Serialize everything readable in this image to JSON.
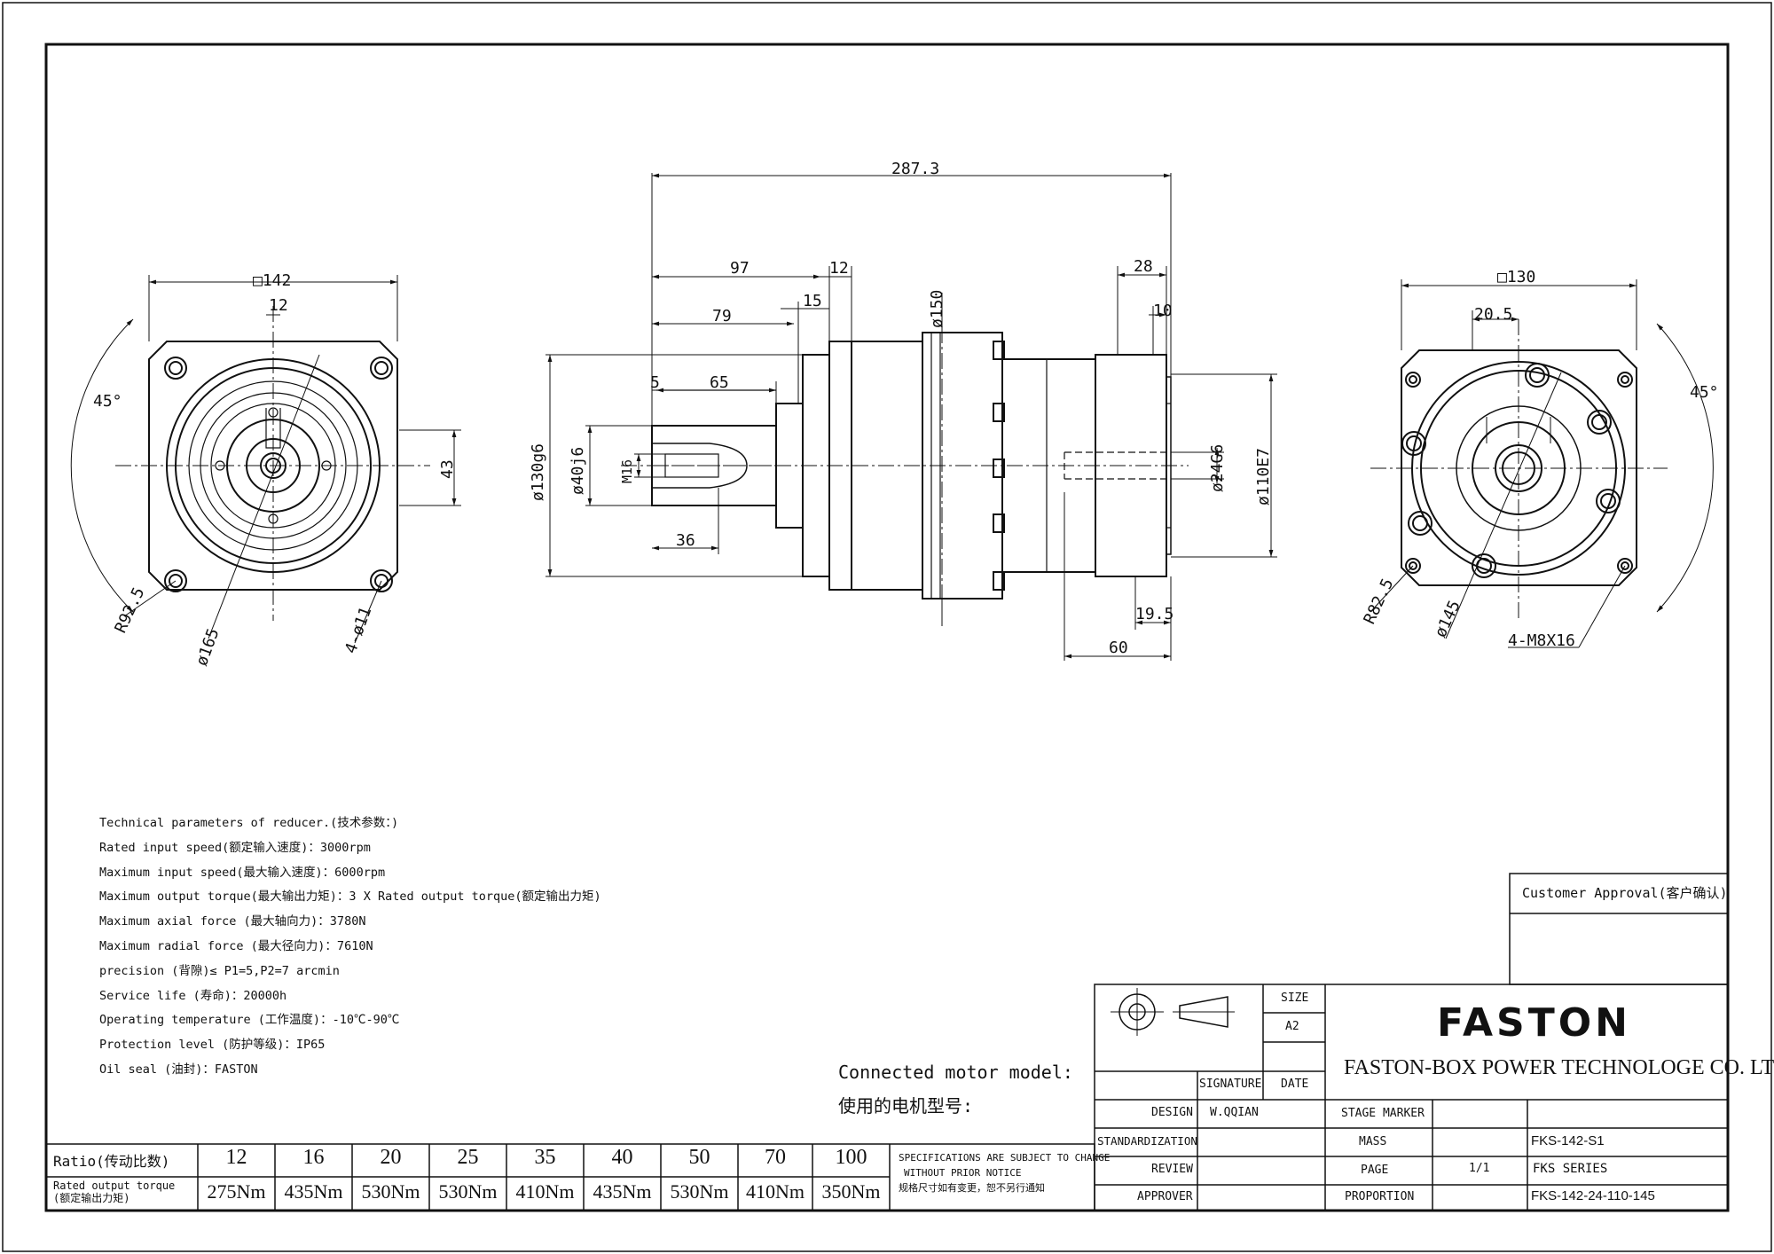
{
  "drawing": {
    "left_view": {
      "square": "□142",
      "key_width": "12",
      "angle": "45°",
      "key_height": "43",
      "radius": "R92.5",
      "pcd": "ø165",
      "holes": "4-ø11"
    },
    "side_view": {
      "total_length": "287.3",
      "d97": "97",
      "d12": "12",
      "d79": "79",
      "d15": "15",
      "d5": "5",
      "d65": "65",
      "d36": "36",
      "d150": "ø150",
      "d130": "ø130g6",
      "d40": "ø40j6",
      "m16": "M16",
      "d28": "28",
      "d10": "10",
      "d24": "ø24G6",
      "d110": "ø110E7",
      "d19": "19.5",
      "d60": "60"
    },
    "right_view": {
      "square": "□130",
      "offset": "20.5",
      "angle": "45°",
      "radius": "R82.5",
      "pcd": "ø145",
      "holes": "4-M8X16"
    }
  },
  "params": [
    "Technical parameters of reducer.(技术参数：)",
    "Rated input speed(额定输入速度)：3000rpm",
    "Maximum input speed(最大输入速度)：6000rpm",
    "Maximum output torque(最大输出力矩)：3 X Rated output torque(额定输出力矩)",
    "Maximum axial force (最大轴向力)：3780N",
    "Maximum radial force (最大径向力)：7610N",
    "precision (背隙)≤ P1=5,P2=7 arcmin",
    "Service life (寿命)：20000h",
    "Operating temperature (工作温度)：-10℃-90℃",
    "Protection level (防护等级)：IP65",
    "Oil seal (油封)：FASTON"
  ],
  "motor": {
    "line1": "Connected motor model:",
    "line2": "使用的电机型号:"
  },
  "ratio_table": {
    "ratio_label": "Ratio(传动比数)",
    "torque_label_1": "Rated output torque",
    "torque_label_2": "(额定输出力矩)",
    "ratios": [
      "12",
      "16",
      "20",
      "25",
      "35",
      "40",
      "50",
      "70",
      "100"
    ],
    "torques": [
      "275Nm",
      "435Nm",
      "530Nm",
      "530Nm",
      "410Nm",
      "435Nm",
      "530Nm",
      "410Nm",
      "350Nm"
    ]
  },
  "notice": {
    "line1": "SPECIFICATIONS ARE SUBJECT TO CHANGE",
    "line2": "WITHOUT PRIOR NOTICE",
    "line3": "规格尺寸如有变更，恕不另行通知"
  },
  "title_block": {
    "size_label": "SIZE",
    "size_value": "A2",
    "signature": "SIGNATURE",
    "date": "DATE",
    "design": "DESIGN",
    "designer": "W.QQIAN",
    "standardization": "STANDARDIZATION",
    "review": "REVIEW",
    "approver": "APPROVER",
    "stage_marker": "STAGE MARKER",
    "mass": "MASS",
    "page": "PAGE",
    "page_value": "1/1",
    "proportion": "PROPORTION",
    "part_no": "FKS-142-S1",
    "series": "FKS SERIES",
    "model": "FKS-142-24-110-145",
    "brand": "FASTON",
    "company": "FASTON-BOX POWER TECHNOLOGE CO. LTD.",
    "approval": "Customer Approval(客户确认)"
  }
}
